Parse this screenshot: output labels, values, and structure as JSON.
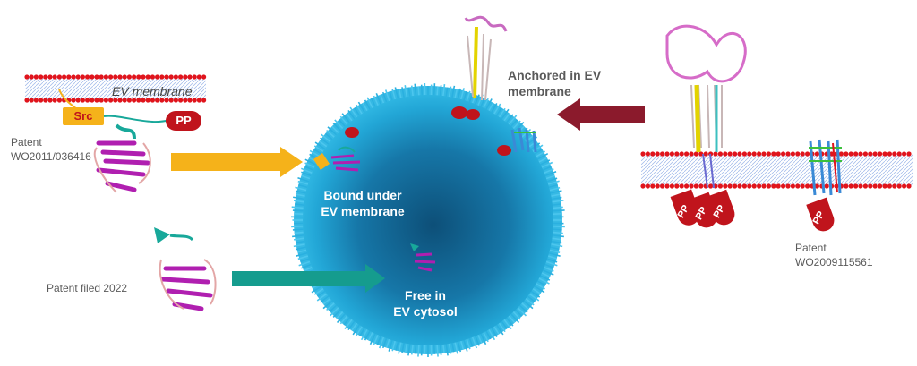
{
  "left_panel": {
    "membrane_label": "EV membrane",
    "src_tag": "Src",
    "pp_tag": "PP",
    "patent_title": "Patent",
    "patent_number": "WO2011/036416"
  },
  "vesicle": {
    "bound_label_line1": "Bound under",
    "bound_label_line2": "EV membrane",
    "free_label_line1": "Free in",
    "free_label_line2": "EV cytosol"
  },
  "bottom_left": {
    "patent_filed_label": "Patent filed 2022"
  },
  "right_panel": {
    "anchored_line1": "Anchored in EV",
    "anchored_line2": "membrane",
    "pp_tags": [
      "PP",
      "PP",
      "PP",
      "PP"
    ],
    "patent_title": "Patent",
    "patent_number": "WO2009115561"
  },
  "colors": {
    "vesicle": "#1fa3d0",
    "vesicle_dark": "#0e5c85",
    "lipid_head": "#e0141c",
    "pp_red": "#c0141c",
    "arrow_yellow": "#f5b21a",
    "arrow_teal": "#159c8e",
    "arrow_maroon": "#8b1a2c",
    "src_orange": "#f5b21a"
  }
}
